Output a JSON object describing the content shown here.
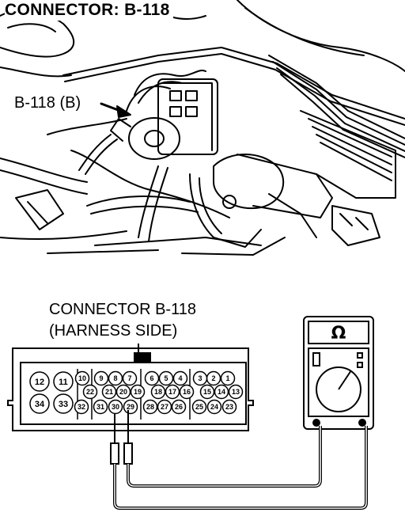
{
  "header": {
    "title": "CONNECTOR: B-118"
  },
  "photo": {
    "callout": "B-118 (B)"
  },
  "connector": {
    "caption_line1": "CONNECTOR B-118",
    "caption_line2": "(HARNESS SIDE)",
    "pins": [
      "1",
      "2",
      "3",
      "4",
      "5",
      "6",
      "7",
      "8",
      "9",
      "10",
      "11",
      "12",
      "13",
      "14",
      "15",
      "16",
      "17",
      "18",
      "19",
      "20",
      "21",
      "22",
      "23",
      "24",
      "25",
      "26",
      "27",
      "28",
      "29",
      "30",
      "31",
      "32",
      "33",
      "34"
    ]
  },
  "meter": {
    "symbol": "Ω"
  }
}
